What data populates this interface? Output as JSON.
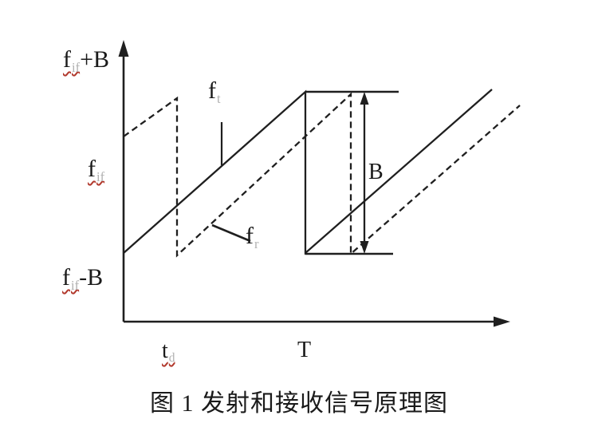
{
  "colors": {
    "line": "#1f1f1f",
    "subscript": "#b0b0b0",
    "squiggle": "#b23a2e",
    "background": "#ffffff"
  },
  "plot": {
    "y_axis_labels": [
      {
        "main": "f",
        "sub": "if",
        "suffix": "+B"
      },
      {
        "main": "f",
        "sub": "if",
        "suffix": ""
      },
      {
        "main": "f",
        "sub": "if",
        "suffix": "-B"
      }
    ],
    "x_axis_labels": [
      {
        "main": "t",
        "sub": "d"
      },
      {
        "main": "T",
        "sub": ""
      }
    ],
    "curve_labels": {
      "transmit": {
        "main": "f",
        "sub": "t"
      },
      "receive": {
        "main": "f",
        "sub": "r"
      }
    },
    "bandwidth_label": "B"
  },
  "caption": "图 1 发射和接收信号原理图"
}
